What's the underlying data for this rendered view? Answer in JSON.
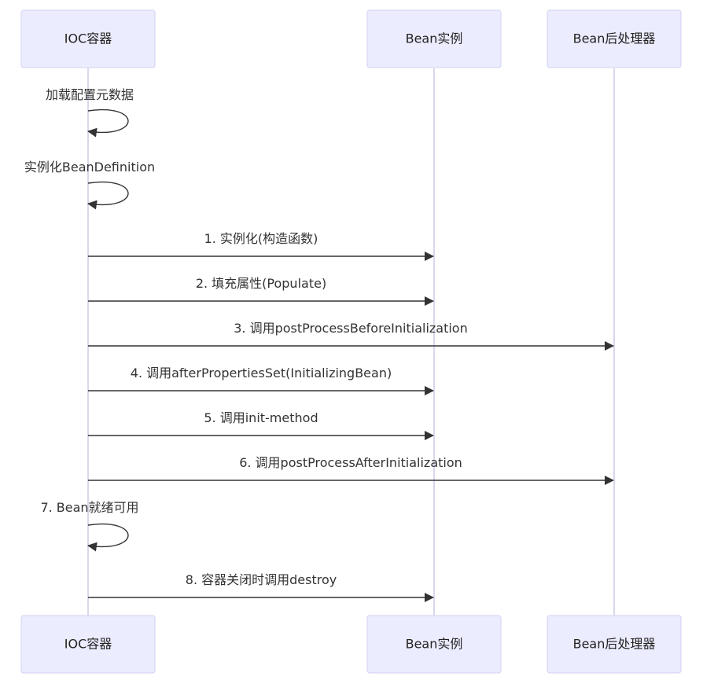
{
  "actors": [
    {
      "id": "ioc",
      "label": "IOC容器"
    },
    {
      "id": "bean",
      "label": "Bean实例"
    },
    {
      "id": "bpp",
      "label": "Bean后处理器"
    }
  ],
  "messages": [
    {
      "from": "ioc",
      "to": "ioc",
      "label": "加载配置元数据"
    },
    {
      "from": "ioc",
      "to": "ioc",
      "label": "实例化BeanDefinition"
    },
    {
      "from": "ioc",
      "to": "bean",
      "label": "1. 实例化(构造函数)"
    },
    {
      "from": "ioc",
      "to": "bean",
      "label": "2. 填充属性(Populate)"
    },
    {
      "from": "ioc",
      "to": "bpp",
      "label": "3. 调用postProcessBeforeInitialization"
    },
    {
      "from": "ioc",
      "to": "bean",
      "label": "4. 调用afterPropertiesSet(InitializingBean)"
    },
    {
      "from": "ioc",
      "to": "bean",
      "label": "5. 调用init-method"
    },
    {
      "from": "ioc",
      "to": "bpp",
      "label": "6. 调用postProcessAfterInitialization"
    },
    {
      "from": "ioc",
      "to": "ioc",
      "label": "7. Bean就绪可用"
    },
    {
      "from": "ioc",
      "to": "bean",
      "label": "8. 容器关闭时调用destroy"
    }
  ]
}
